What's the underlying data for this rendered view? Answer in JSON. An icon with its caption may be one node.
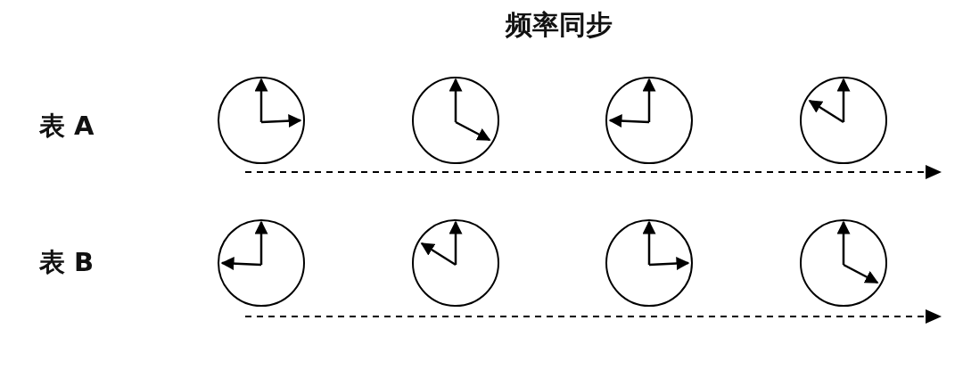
{
  "diagram": {
    "title": "频率同步",
    "labels": [
      "表 A",
      "表 B"
    ]
  }
}
